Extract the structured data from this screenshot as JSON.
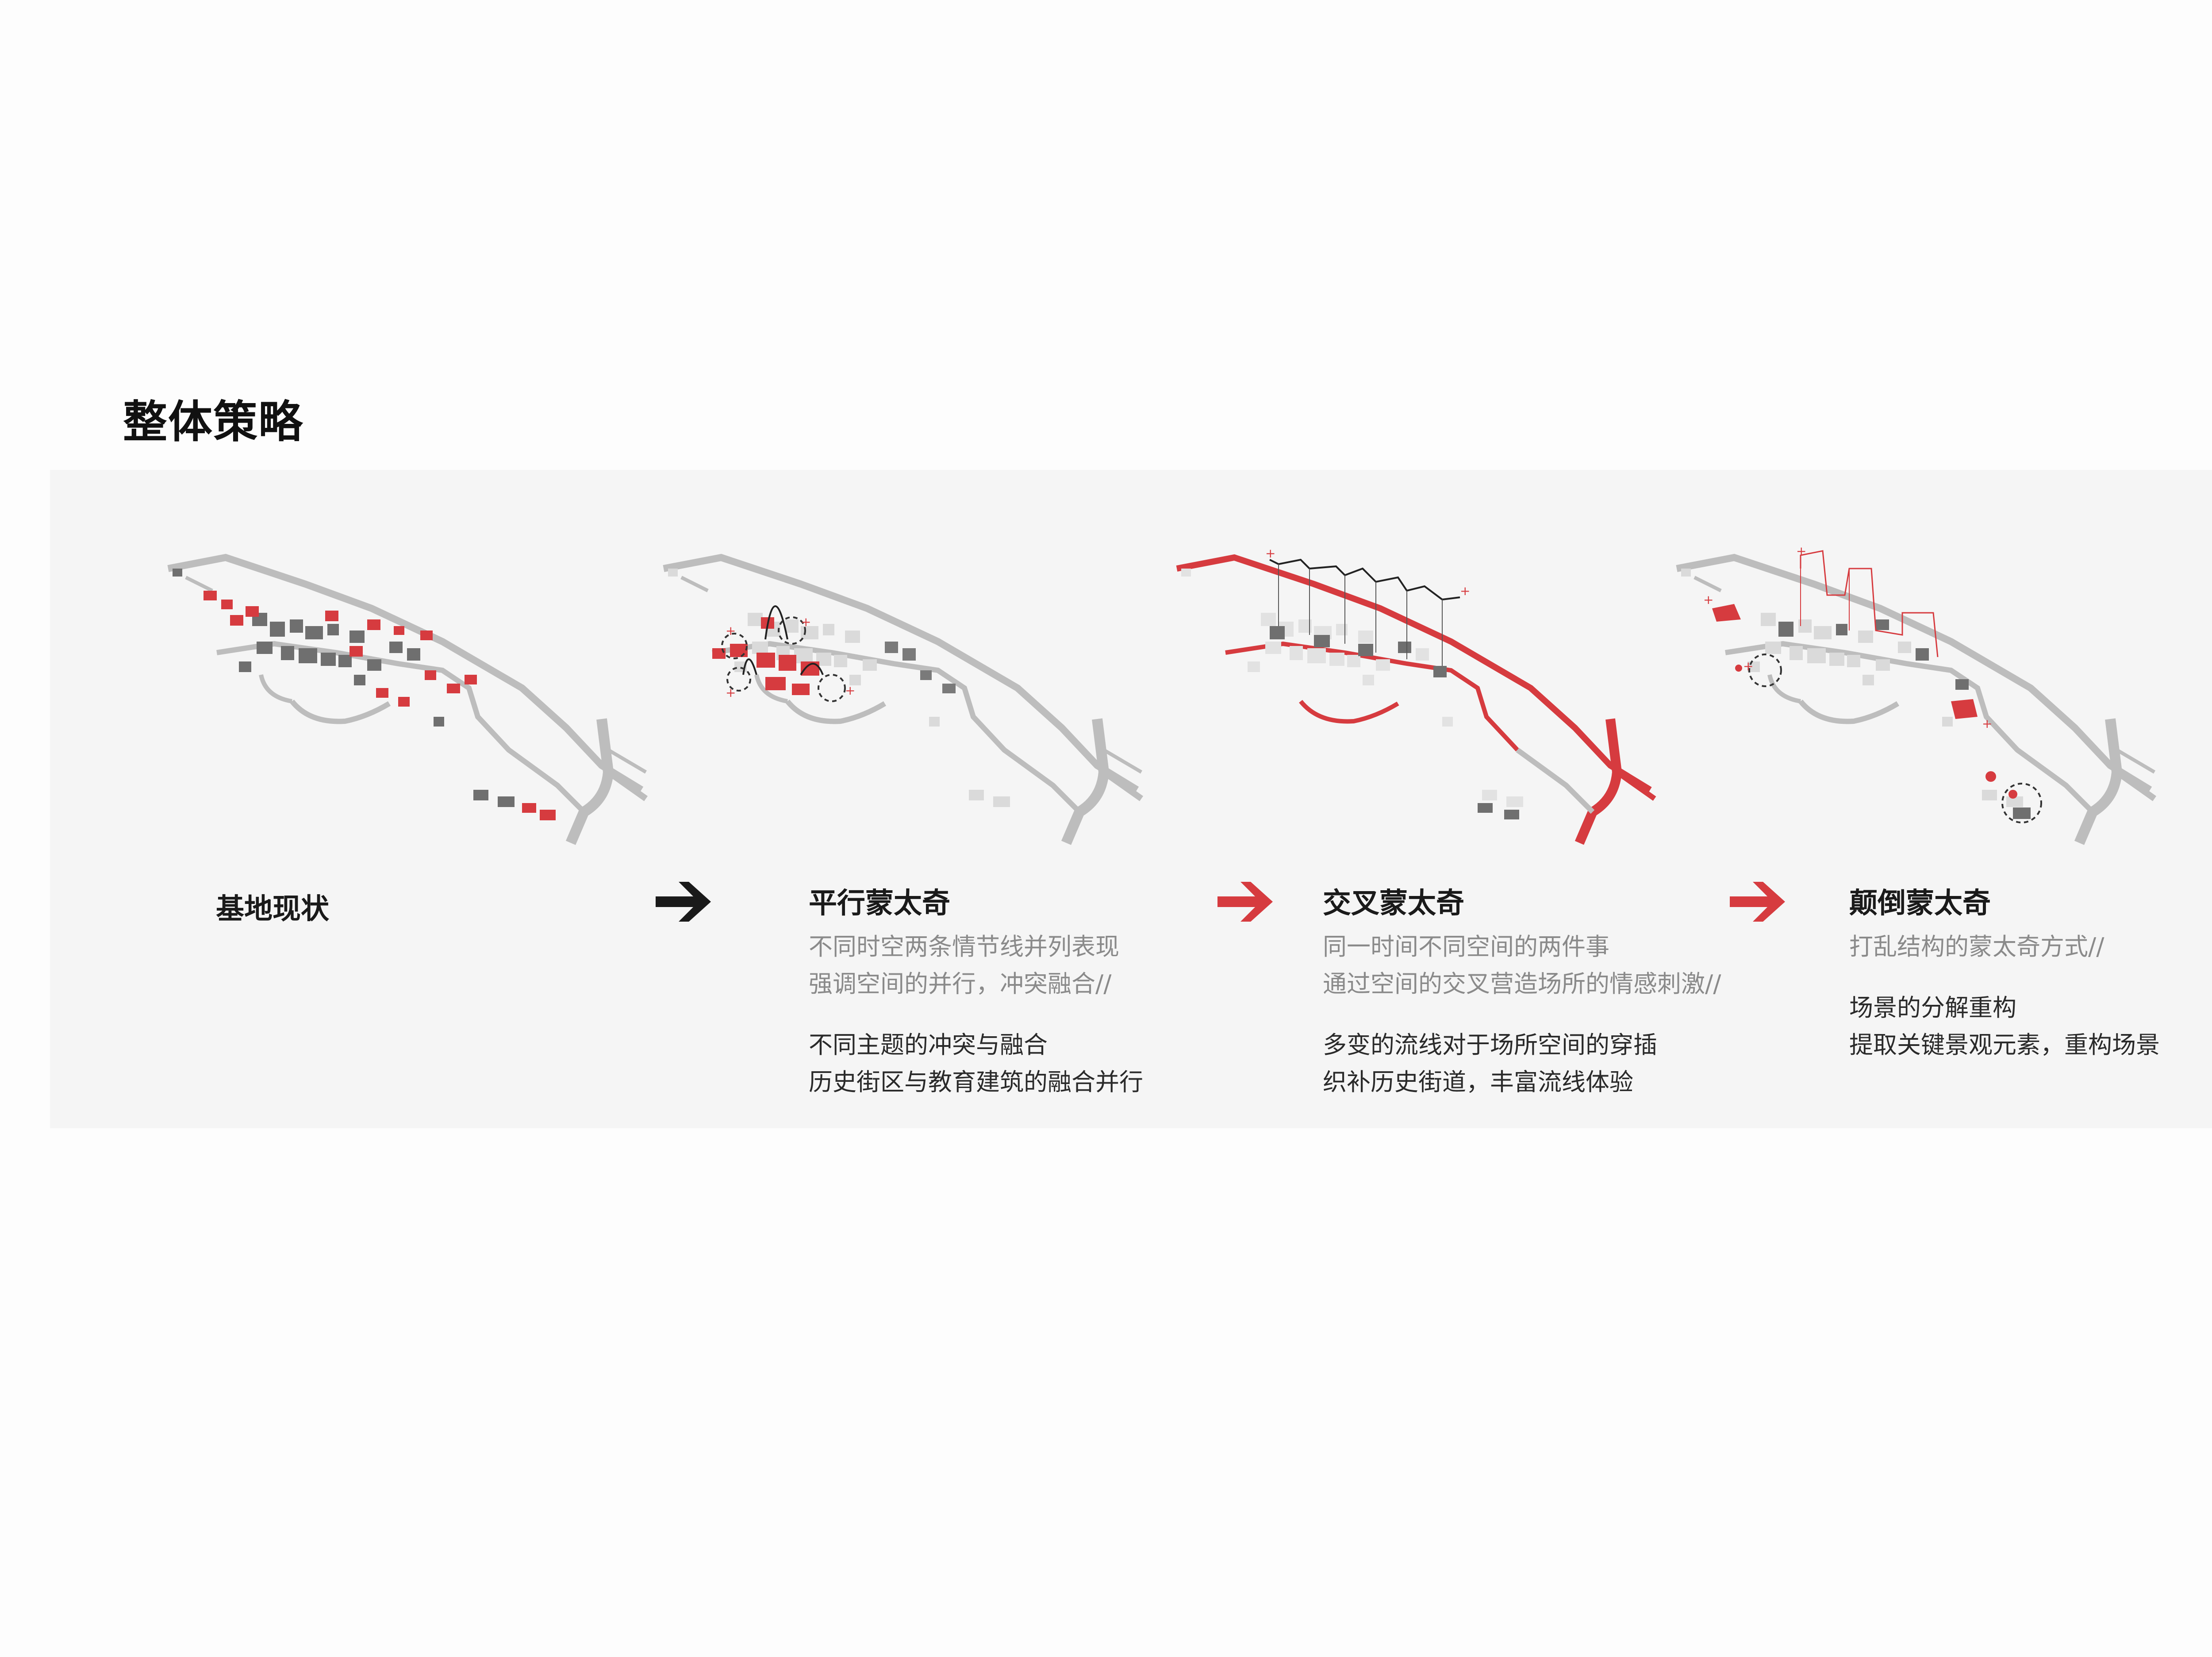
{
  "page": {
    "title": "整体策略"
  },
  "colors": {
    "accent": "#d63b3f",
    "building_dark": "#6f6f6f",
    "building_light": "#dadada",
    "road": "#b5b5b5",
    "panel": "#f5f5f5"
  },
  "stages": [
    {
      "title": "基地现状",
      "lines_gray": [],
      "lines_dark": []
    },
    {
      "title": "平行蒙太奇",
      "lines_gray": [
        "不同时空两条情节线并列表现",
        "强调空间的并行，冲突融合//"
      ],
      "lines_dark": [
        "不同主题的冲突与融合",
        "历史街区与教育建筑的融合并行"
      ]
    },
    {
      "title": "交叉蒙太奇",
      "lines_gray": [
        "同一时间不同空间的两件事",
        "通过空间的交叉营造场所的情感刺激//"
      ],
      "lines_dark": [
        "多变的流线对于场所空间的穿插",
        "织补历史街道，丰富流线体验"
      ]
    },
    {
      "title": "颠倒蒙太奇",
      "lines_gray": [
        "打乱结构的蒙太奇方式//"
      ],
      "lines_dark": [
        "场景的分解重构",
        "提取关键景观元素，重构场景"
      ]
    }
  ],
  "arrows": [
    {
      "icon": "arrow-right-icon",
      "color": "#1a1a1a"
    },
    {
      "icon": "arrow-right-icon",
      "color": "#d63b3f"
    },
    {
      "icon": "arrow-right-icon",
      "color": "#d63b3f"
    }
  ]
}
